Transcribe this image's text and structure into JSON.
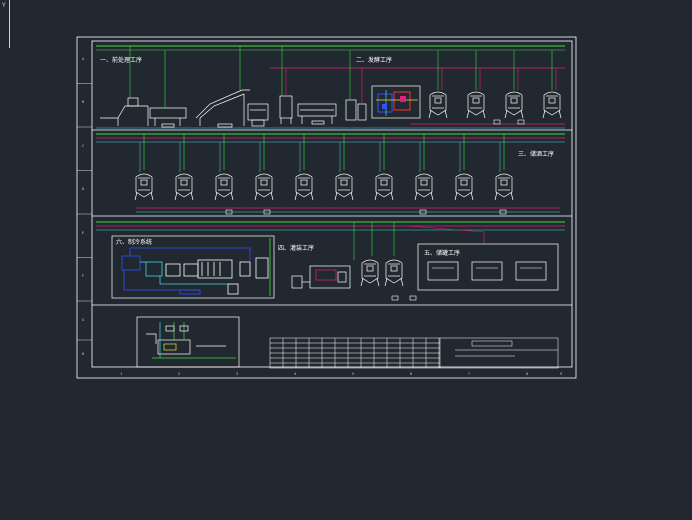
{
  "colors": {
    "background": "#212830",
    "frame": "#ffffff",
    "pipe_green": "#3ddc3d",
    "pipe_magenta": "#e0207a",
    "pipe_cyan": "#40d8e0",
    "pipe_blue": "#3050ff",
    "pipe_yellow": "#e8e040",
    "pipe_red": "#ff3030",
    "equipment": "#ffffff"
  },
  "sections": {
    "s1": "一、前处理工序",
    "s2": "二、发酵工序",
    "s3": "三、储酒工序",
    "s4": "四、灌装工序",
    "s5": "五、储罐工序",
    "s6": "六、制冷系统"
  },
  "ucs_icon": "ucs-icon",
  "border_labels": {
    "left": [
      "A",
      "B",
      "C",
      "D",
      "E",
      "F",
      "G",
      "H"
    ],
    "bottom": [
      "1",
      "2",
      "3",
      "4",
      "5",
      "6",
      "7",
      "8",
      "9"
    ]
  }
}
